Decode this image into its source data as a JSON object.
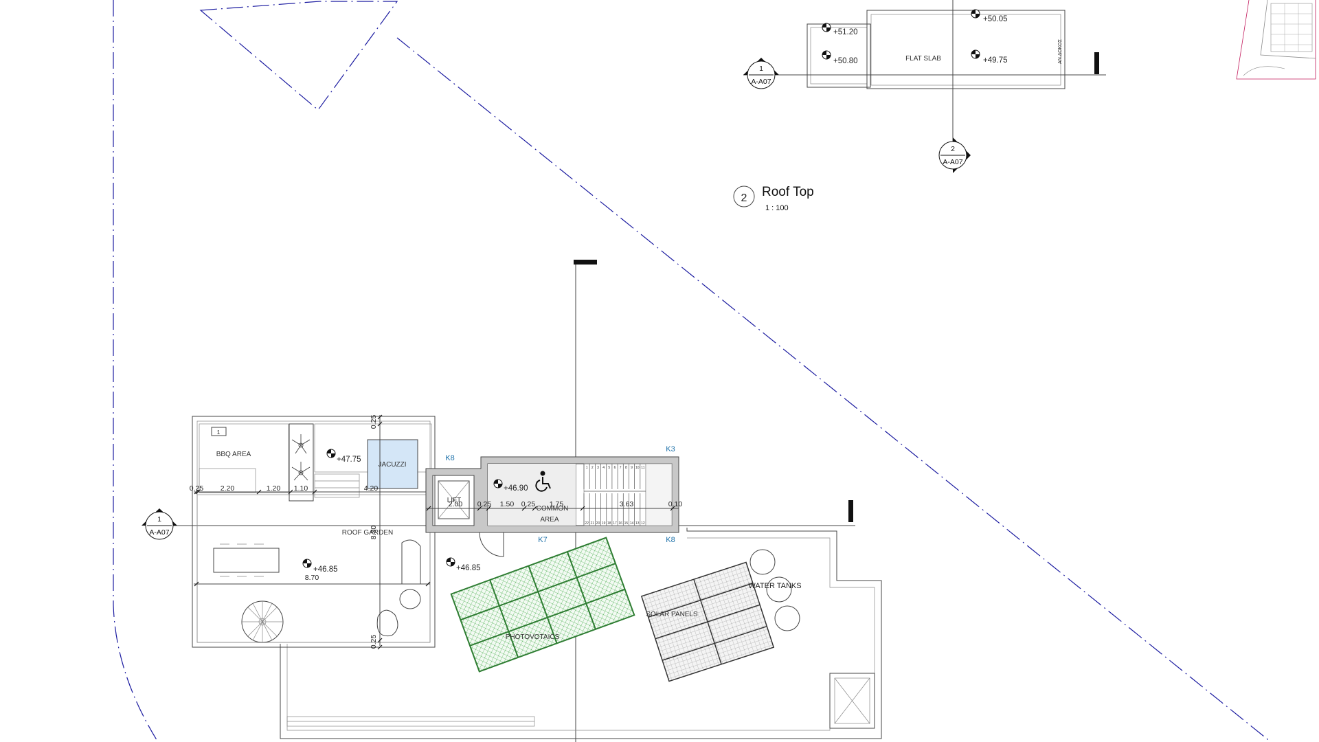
{
  "view": {
    "number": "2",
    "title": "Roof Top",
    "scale": "1 : 100"
  },
  "section_markers": [
    {
      "number": "1",
      "sheet": "A-A07"
    },
    {
      "number": "1",
      "sheet": "A-A07"
    },
    {
      "number": "2",
      "sheet": "A-A07"
    }
  ],
  "upper_plan": {
    "slab_label": "FLAT SLAB",
    "side_label": "ΑΝ.ΔΟΚΟΣ",
    "levels": [
      "+51.20",
      "+50.80",
      "+50.05",
      "+49.75"
    ]
  },
  "rooms": {
    "bbq": "BBQ AREA",
    "jacuzzi": "JACUZZI",
    "roof_garden": "ROOF GARDEN",
    "lift": "LIFT",
    "common_area_1": "COMMON",
    "common_area_2": "AREA",
    "water_tanks": "WATER TANKS",
    "solar_panels": "SOLAR PANELS",
    "photovoltaics": "PHOTOVOTAICS"
  },
  "levels": {
    "jacuzzi_deck": "+47.75",
    "landing": "+46.90",
    "garden": "+46.85",
    "roof": "+46.85"
  },
  "grid_labels": [
    "K8",
    "K3",
    "K7",
    "K8"
  ],
  "dimensions": {
    "horizontal": [
      "0.25",
      "2.20",
      "1.20",
      "1.10",
      "4.20",
      "2.00",
      "0.25",
      "1.50",
      "0.25",
      "1.75",
      "3.63",
      "0.10"
    ],
    "overall_width": "8.70",
    "overall_depth": "8.30",
    "edge_top": "0.25",
    "edge_bottom": "0.25"
  },
  "stair_steps": [
    "1",
    "2",
    "3",
    "4",
    "5",
    "6",
    "7",
    "8",
    "9",
    "10",
    "11",
    "12",
    "13",
    "14",
    "15",
    "16",
    "17",
    "18",
    "19",
    "20",
    "21",
    "22"
  ],
  "bbq_tag": "1",
  "colors": {
    "property_line": "#1a1aa0",
    "grid_label": "#1a6fa8",
    "photovoltaic": "#2e7d32",
    "jacuzzi_fill": "#d4e6f7"
  }
}
